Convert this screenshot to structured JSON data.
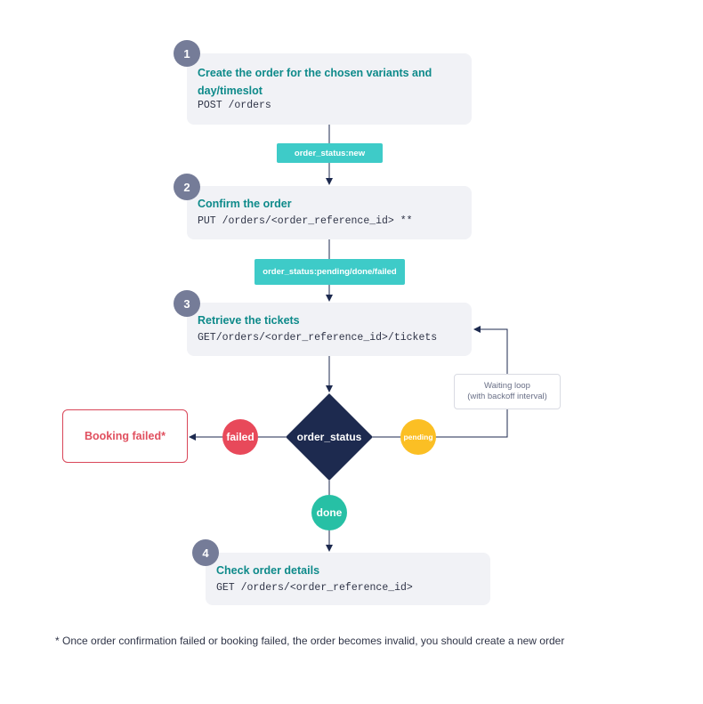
{
  "steps": [
    {
      "number": "1",
      "title": "Create the order for the chosen variants and day/timeslot",
      "code": "POST /orders"
    },
    {
      "number": "2",
      "title": "Confirm the order",
      "code": "PUT /orders/<order_reference_id> **"
    },
    {
      "number": "3",
      "title": "Retrieve the tickets",
      "code": "GET/orders/<order_reference_id>/tickets"
    },
    {
      "number": "4",
      "title": "Check order details",
      "code": "GET /orders/<order_reference_id>"
    }
  ],
  "status_chips": {
    "after_step1": "order_status:new",
    "after_step2": "order_status:pending/done/failed"
  },
  "decision": {
    "label": "order_status"
  },
  "outcomes": {
    "failed": "failed",
    "pending": "pending",
    "done": "done"
  },
  "loop_note": {
    "line1": "Waiting loop",
    "line2": "(with backoff interval)"
  },
  "booking_failed": "Booking failed*",
  "footnote": "* Once order confirmation failed or booking failed, the order becomes invalid, you should create a new order",
  "colors": {
    "step_bg": "#f1f2f6",
    "step_number": "#757c98",
    "title": "#0e8a8a",
    "chip": "#3ecbc8",
    "decision": "#1d2a4f",
    "failed": "#e8495a",
    "pending": "#fbbf24",
    "done": "#27c0a5",
    "connector": "#1d2a4f"
  }
}
